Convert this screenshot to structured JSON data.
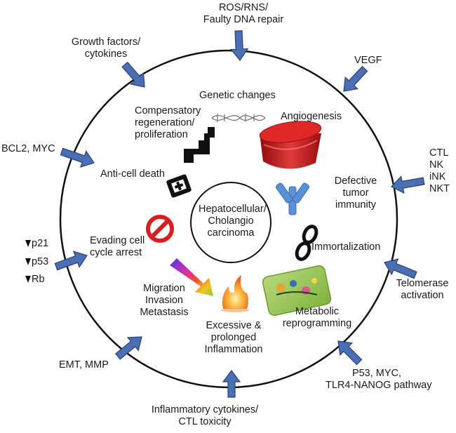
{
  "center": {
    "lines": [
      "Hepatocellular/",
      "Cholangio",
      "carcinoma"
    ]
  },
  "hallmarks": {
    "genetic_changes": [
      "Genetic changes"
    ],
    "compensatory": [
      "Compensatory",
      "regeneration/",
      "proliferation"
    ],
    "angiogenesis": [
      "Angiogenesis"
    ],
    "anti_cell_death": [
      "Anti-cell death"
    ],
    "defective_immunity": [
      "Defective",
      "tumor",
      "immunity"
    ],
    "evading_arrest": [
      "Evading cell",
      "cycle arrest"
    ],
    "immortalization": [
      "Immortalization"
    ],
    "migration": [
      "Migration",
      "Invasion",
      "Metastasis"
    ],
    "inflammation": [
      "Excessive &",
      "prolonged",
      "Inflammation"
    ],
    "metabolic": [
      "Metabolic",
      "reprogramming"
    ]
  },
  "drivers": {
    "ros": [
      "ROS/RNS/",
      "Faulty DNA repair"
    ],
    "growth": [
      "Growth factors/",
      "cytokines"
    ],
    "vegf": [
      "VEGF"
    ],
    "bcl2": [
      "BCL2, MYC"
    ],
    "immune": [
      "CTL",
      "NK",
      "iNK",
      "NKT"
    ],
    "telomerase": [
      "Telomerase",
      "activation"
    ],
    "p53myc": [
      "P53, MYC,",
      "TLR4-NANOG pathway"
    ],
    "inflam_cyt": [
      "Inflammatory cytokines/",
      "CTL toxicity"
    ],
    "emt": [
      "EMT, MMP"
    ]
  },
  "suppressors": [
    "p21",
    "p53",
    "Rb"
  ],
  "colors": {
    "arrow_fill": "#4a6fb3",
    "arrow_stroke": "#2a3f78",
    "angiogenesis_red": "#d42020",
    "antibody_blue": "#5b8fd6",
    "no_sign_red": "#d81e1e"
  },
  "icons": {
    "genetic_changes": "dna-helix-icon",
    "compensatory": "step-up-arrow-icon",
    "anti_cell_death": "plus-box-icon",
    "angiogenesis": "red-vessel-icon",
    "defective_immunity": "antibody-icon",
    "evading_arrest": "prohibition-icon",
    "immortalization": "infinity-icon",
    "migration": "rainbow-arrow-icon",
    "inflammation": "flame-icon",
    "metabolic": "metabolic-cell-image"
  }
}
